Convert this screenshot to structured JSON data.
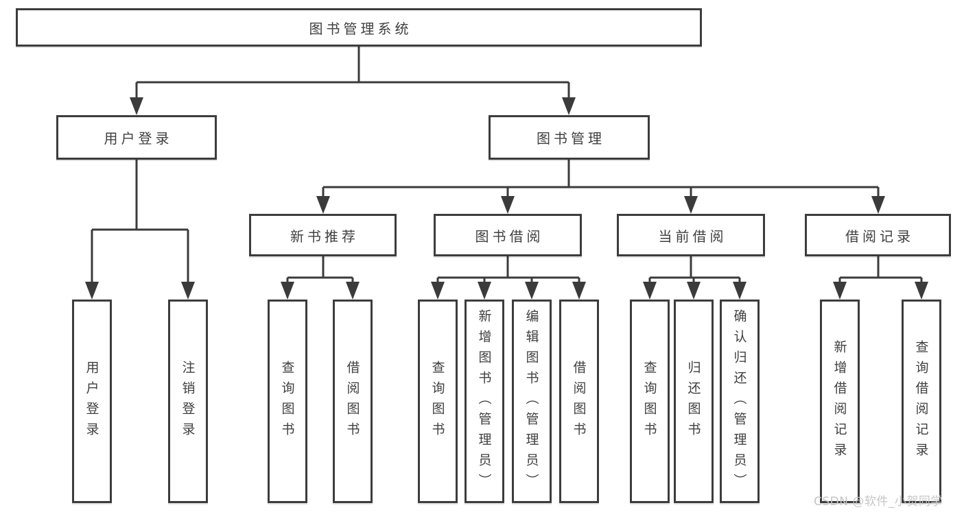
{
  "tree": {
    "root": "图书管理系统",
    "level2": [
      "用户登录",
      "图书管理"
    ],
    "level3": [
      "新书推荐",
      "图书借阅",
      "当前借阅",
      "借阅记录"
    ],
    "leaves": {
      "user_login": [
        "用户登录",
        "注销登录"
      ],
      "new_book_recommendation": [
        "查询图书",
        "借阅图书"
      ],
      "book_borrowing": [
        "查询图书",
        "新增图书（管理员）",
        "编辑图书（管理员）",
        "借阅图书"
      ],
      "current_borrowing": [
        "查询图书",
        "归还图书",
        "确认归还（管理员）"
      ],
      "borrowing_records": [
        "新增借阅记录",
        "查询借阅记录"
      ]
    }
  },
  "watermark": "CSDN @软件_小贺同学",
  "colors": {
    "line": "#3b3b3b",
    "border": "#3c3c3c",
    "text": "#3f3f3f",
    "watermark_text": "#c7c5c5",
    "background": "#ffffff"
  }
}
